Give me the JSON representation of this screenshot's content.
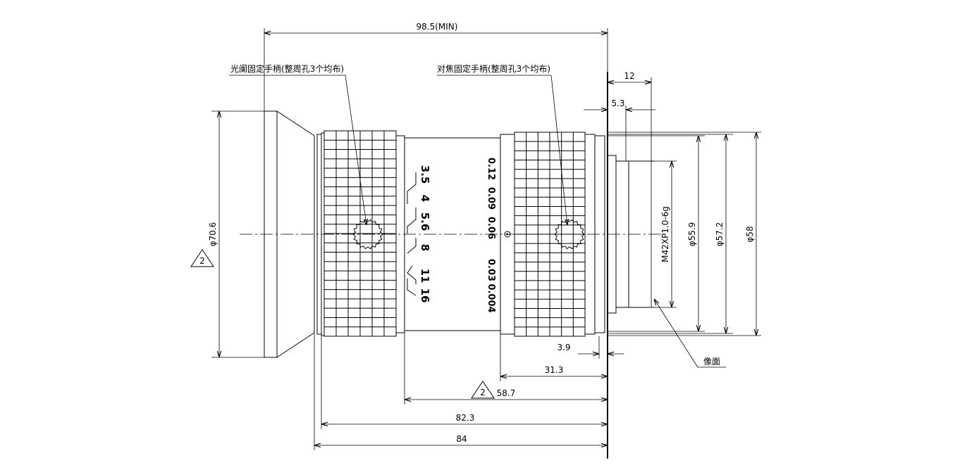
{
  "dimensions": {
    "overall_min": "98.5(MIN)",
    "flange_12": "12",
    "flange_5_3": "5.3",
    "back_3_9": "3.9",
    "focus_31_3": "31.3",
    "iris_58_7": "58.7",
    "body_82_3": "82.3",
    "total_84": "84",
    "dia_front": "φ70.6",
    "dia_55_9": "φ55.9",
    "dia_57_2": "φ57.2",
    "dia_58": "φ58",
    "thread": "M42XP1.0-6g"
  },
  "annotations": {
    "iris_handle": "光阑固定手柄(整周孔3个均布)",
    "focus_handle": "对焦固定手柄(整周孔3个均布)",
    "image_plane": "像面",
    "revision_mark_1": "2",
    "revision_mark_2": "2"
  },
  "aperture_scale": [
    "3.5",
    "4",
    "5.6",
    "8",
    "11",
    "16"
  ],
  "focus_scale": [
    "0.12",
    "0.09",
    "0.06",
    "0.03",
    "0.004"
  ]
}
